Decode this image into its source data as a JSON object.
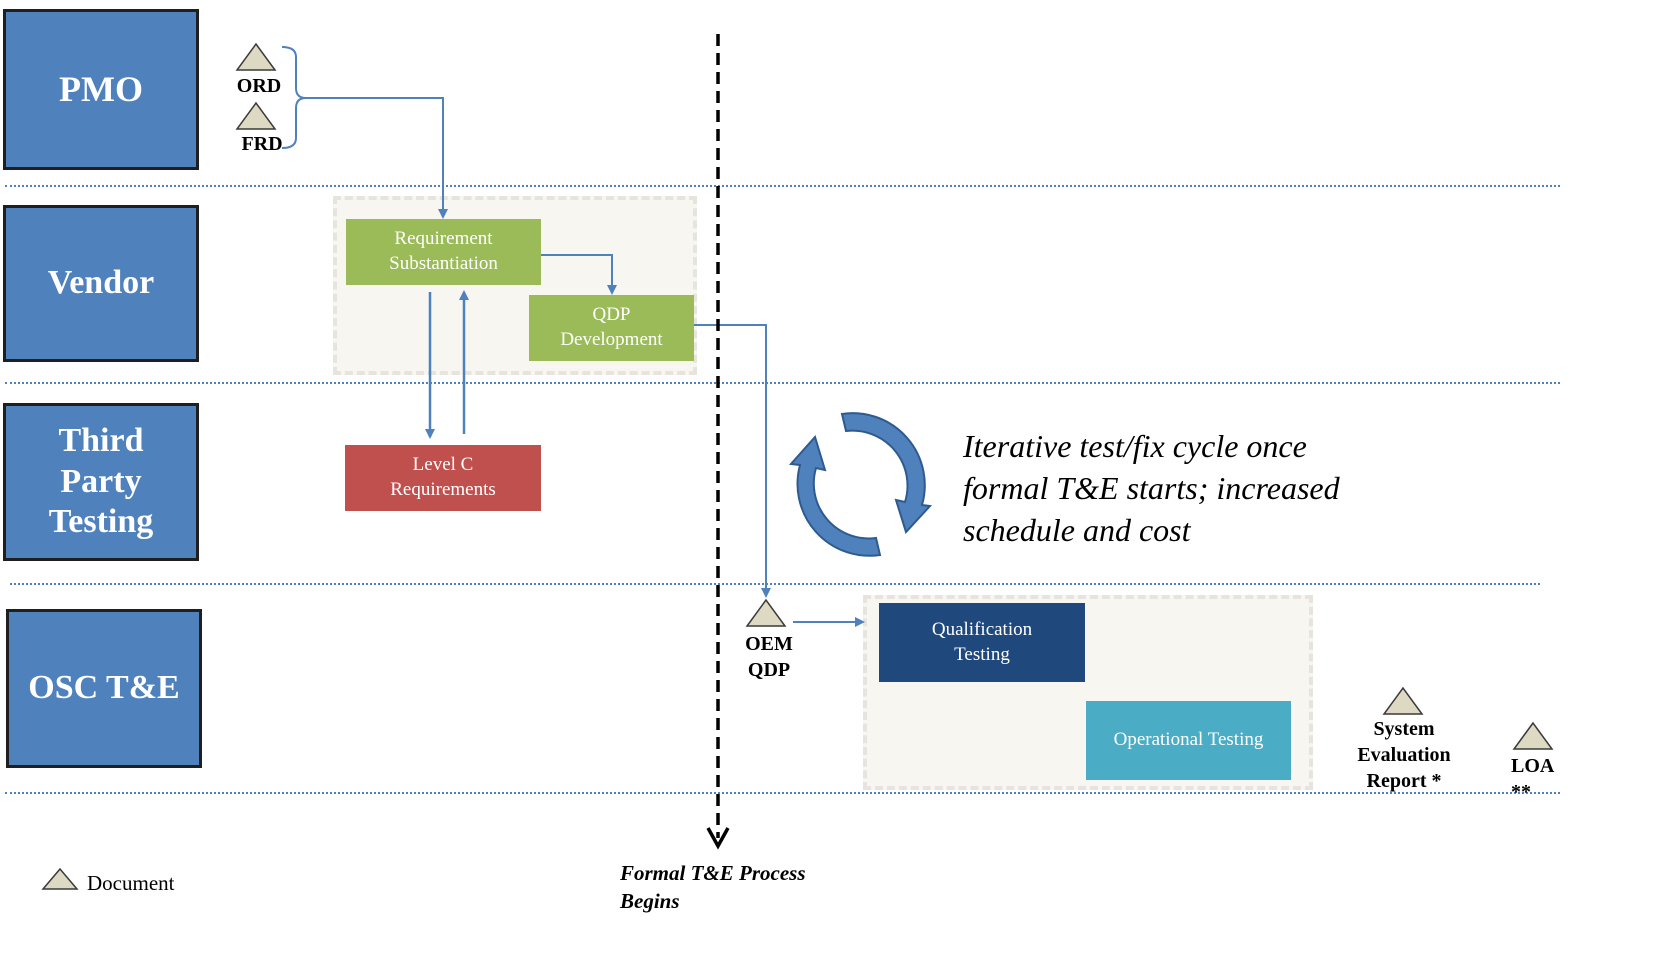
{
  "lanes": {
    "pmo": "PMO",
    "vendor": "Vendor",
    "third_party": "Third Party Testing",
    "osc": "OSC T&E"
  },
  "documents": {
    "ord": "ORD",
    "frd": "FRD",
    "oem_qdp": "OEM QDP",
    "system_eval": "System Evaluation Report *",
    "loa": "LOA **"
  },
  "processes": {
    "req_sub": "Requirement Substantiation",
    "qdp_dev": "QDP Development",
    "level_c": "Level C Requirements",
    "qual_testing": "Qualification Testing",
    "op_testing": "Operational Testing"
  },
  "annotations": {
    "cycle_text": "Iterative test/fix cycle once formal T&E starts; increased schedule and cost",
    "formal_begins": "Formal T&E Process Begins"
  },
  "legend": {
    "document_label": "Document"
  },
  "colors": {
    "lane_blue": "#4f81bd",
    "green": "#9bbb59",
    "red": "#c0504d",
    "navy": "#1f497d",
    "teal": "#4bacc6",
    "arrow": "#4f81bd"
  },
  "icons": [
    "document-triangle-icon",
    "cycle-arrows-icon"
  ]
}
